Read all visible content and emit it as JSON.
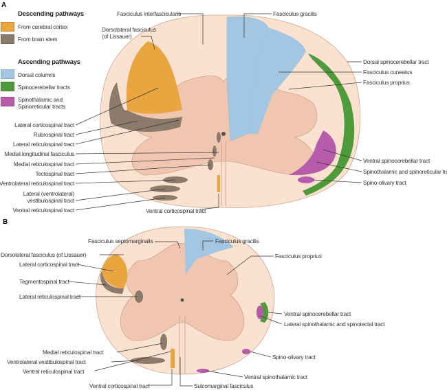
{
  "panel_a": "A",
  "panel_b": "B",
  "legend": {
    "descending_title": "Descending pathways",
    "descending": [
      {
        "label": "From cerebral cortex",
        "color": "#e9a53f"
      },
      {
        "label": "From brain stem",
        "color": "#8c7a6b"
      }
    ],
    "ascending_title": "Ascending pathways",
    "ascending": [
      {
        "label": "Dorsal columns",
        "color": "#a3c6e2"
      },
      {
        "label": "Spinocerebellar tracts",
        "color": "#4f9b3c"
      },
      {
        "label": "Spinothalamic and",
        "label2": "Spinoreticular tracts",
        "color": "#b75cab"
      }
    ]
  },
  "a_labels": {
    "left": [
      "Lateral corticospinal tract",
      "Rubrospinal tract",
      "Lateral reticulospinal tract",
      "Medial longitudinal fasciculus",
      "Medial reticulospinal tract",
      "Tectospinal tract",
      "Ventrolateral reticulospinal tract",
      "Lateral (ventrolateral)",
      "vestibulospinal tract",
      "Ventral reticulospinal tract"
    ],
    "top": [
      "Fasciculus interfascicularis",
      "Fasciculus gracilis",
      "Dorsolateral fasciculus",
      "(of Lissauer)"
    ],
    "right": [
      "Dorsal spinocerebellar tract",
      "Fasciculus cuneatus",
      "Fasciculus proprius",
      "Ventral spinocerebellar tract",
      "Spinothalamic and spinoreticular tracts",
      "Spino-olivary tract"
    ],
    "bottom": [
      "Ventral corticospinal tract"
    ]
  },
  "b_labels": [
    "Fasciculus septomarginalis",
    "Fasciculus gracilis",
    "Dorsolateral fasciculus (of Lissauer)",
    "Lateral corticospinal tract",
    "Tegmentospinal tract",
    "Lateral reticulospinal tract",
    "Fasciculus proprius",
    "Ventral spinocerebellar tract",
    "Lateral spinothalamic and spinotectal tract",
    "Medial reticulospinal tract",
    "Ventrolateral vestibulospinal tract",
    "Ventral reticulospinal tract",
    "Spino-olivary tract",
    "Ventral spinothalamic tract",
    "Ventral corticospinal tract",
    "Sulcomarginal fasciculus"
  ],
  "colors": {
    "white_matter": "#fbe1cf",
    "gray_matter": "#f1c6b1",
    "outline": "#c9a592"
  }
}
